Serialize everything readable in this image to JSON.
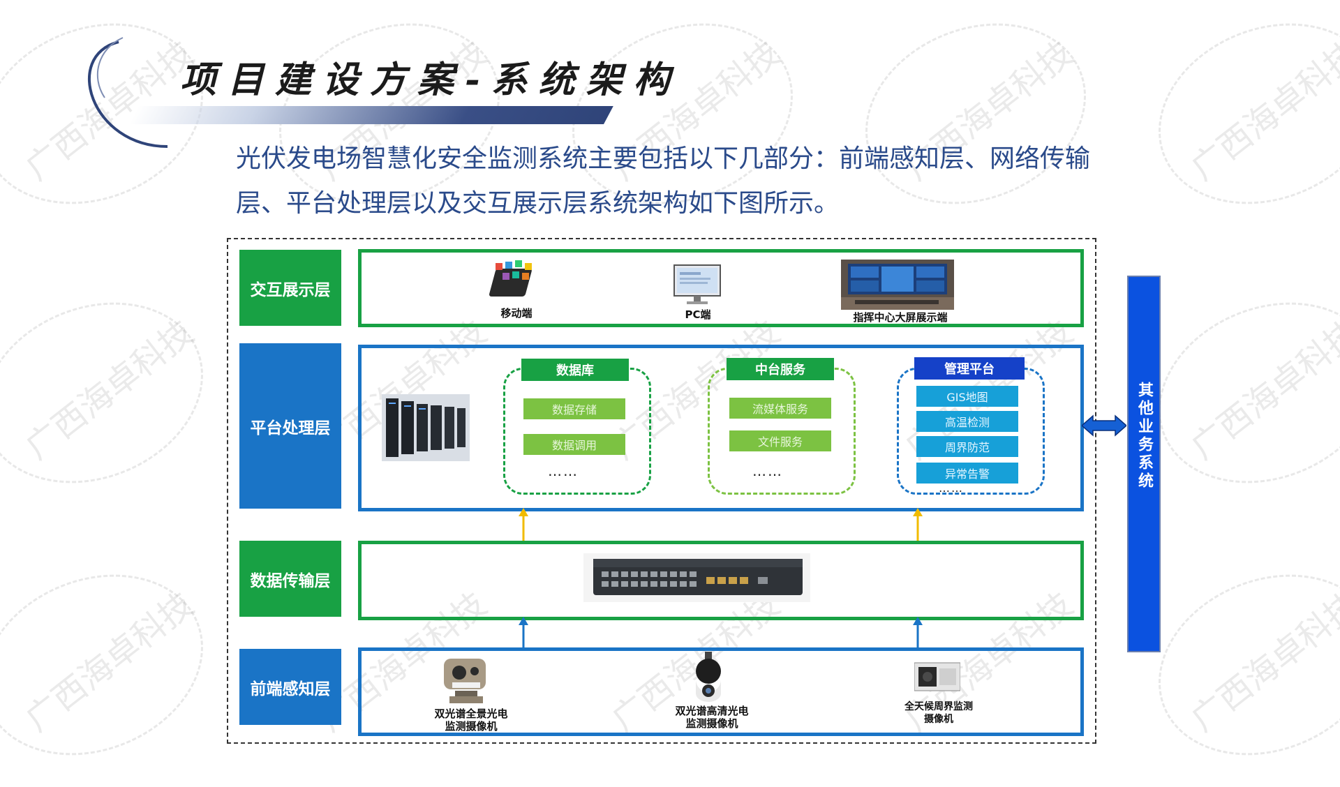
{
  "title": "项目建设方案-系统架构",
  "intro": "光伏发电场智慧化安全监测系统主要包括以下几部分：前端感知层、网络传输层、平台处理层以及交互展示层系统架构如下图所示。",
  "watermark": "广西海卓科技",
  "layers": {
    "interaction": {
      "label": "交互展示层",
      "devices": [
        "移动端",
        "PC端",
        "指挥中心大屏展示端"
      ]
    },
    "platform": {
      "label": "平台处理层",
      "database": {
        "title": "数据库",
        "items": [
          "数据存储",
          "数据调用"
        ],
        "more": "……"
      },
      "middle": {
        "title": "中台服务",
        "items": [
          "流媒体服务",
          "文件服务"
        ],
        "more": "……"
      },
      "mgmt": {
        "title": "管理平台",
        "items": [
          "GIS地图",
          "高温检测",
          "周界防范",
          "异常告警"
        ],
        "more": "……"
      }
    },
    "transport": {
      "label": "数据传输层"
    },
    "perception": {
      "label": "前端感知层",
      "devices": [
        {
          "line1": "双光谱全景光电",
          "line2": "监测摄像机"
        },
        {
          "line1": "双光谱高清光电",
          "line2": "监测摄像机"
        },
        {
          "line1": "全天候周界监测",
          "line2": "摄像机"
        }
      ]
    }
  },
  "side_system": "其他业务系统",
  "colors": {
    "green": "#18a144",
    "blue": "#1a74c6",
    "dark_blue": "#1541c8",
    "light_green": "#7cc242",
    "cyan": "#17a0d8",
    "arrow_yellow": "#f1bb00"
  }
}
